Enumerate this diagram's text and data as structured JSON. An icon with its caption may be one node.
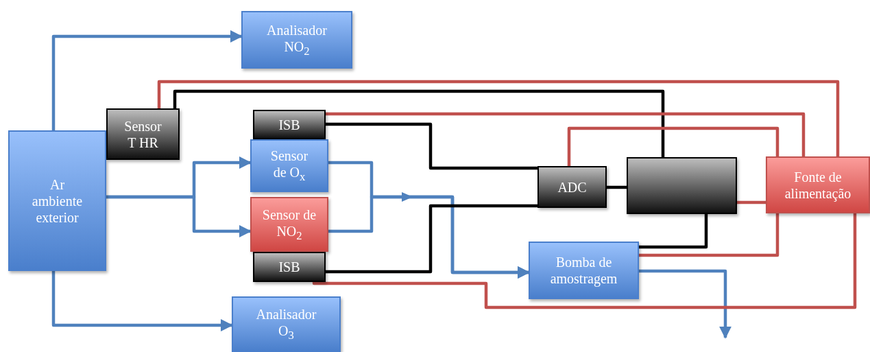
{
  "diagram": {
    "nodes": [
      {
        "text": [
          "Analisador NO$_{2}$"
        ]
      },
      {
        "text": [
          "Sensor T HR"
        ]
      },
      {
        "text": [
          "Ar ambiente exterior"
        ]
      },
      {
        "text": [
          "ISB"
        ]
      },
      {
        "text": [
          "Sensor de O$_{x}$"
        ]
      },
      {
        "text": [
          "Sensor de NO$_{2}$"
        ]
      },
      {
        "text": [
          "ISB"
        ]
      },
      {
        "text": [
          "ADC"
        ]
      },
      {
        "text": [],
        "shape": "box"
      },
      {
        "text": [
          "Fonte de alimentação"
        ]
      },
      {
        "text": [
          "Bomba de amostragem"
        ]
      },
      {
        "text": [
          "Analisador O$_{3}$"
        ]
      }
    ],
    "edges": [
      {
        "from": 2,
        "to": 0,
        "arrow": "to",
        "color": "#4f81bd"
      },
      {
        "from": 2,
        "to": 4,
        "arrow": "to",
        "color": "#4f81bd"
      },
      {
        "from": 2,
        "to": 5,
        "arrow": "to",
        "color": "#4f81bd"
      },
      {
        "from": 2,
        "to": 11,
        "arrow": "to",
        "color": "#4f81bd"
      },
      {
        "from": 4,
        "to": 10,
        "arrow": "to",
        "color": "#4f81bd"
      },
      {
        "from": 5,
        "to": 10,
        "arrow": "to",
        "color": "#4f81bd"
      },
      {
        "from": 10,
        "to": null,
        "arrow": "to",
        "color": "#4f81bd"
      },
      {
        "from": 1,
        "to": 8,
        "arrow": "none",
        "color": "#000000"
      },
      {
        "from": 3,
        "to": 7,
        "arrow": "none",
        "color": "#000000"
      },
      {
        "from": 6,
        "to": 7,
        "arrow": "none",
        "color": "#000000"
      },
      {
        "from": 7,
        "to": 8,
        "arrow": "none",
        "color": "#000000"
      },
      {
        "from": 8,
        "to": 10,
        "arrow": "none",
        "color": "#000000"
      },
      {
        "from": 1,
        "to": 9,
        "arrow": "none",
        "color": "#c0504d"
      },
      {
        "from": 3,
        "to": 9,
        "arrow": "none",
        "color": "#c0504d"
      },
      {
        "from": 7,
        "to": 9,
        "arrow": "none",
        "color": "#c0504d"
      },
      {
        "from": 8,
        "to": 9,
        "arrow": "none",
        "color": "#c0504d"
      },
      {
        "from": 10,
        "to": 9,
        "arrow": "none",
        "color": "#c0504d"
      },
      {
        "from": 6,
        "to": 9,
        "arrow": "none",
        "color": "#c0504d"
      }
    ]
  }
}
